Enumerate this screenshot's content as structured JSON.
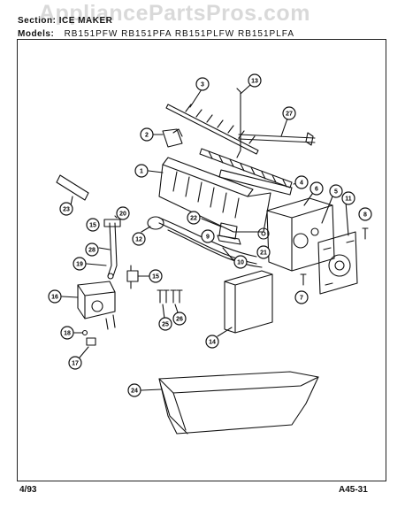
{
  "header": {
    "section_label": "Section: ICE MAKER",
    "models_label": "Models:",
    "models_list": "RB151PFW   RB151PFA   RB151PLFW   RB151PLFA"
  },
  "watermark": "AppliancePartsPros.com",
  "footer": {
    "date": "4/93",
    "page_code": "A45-31"
  },
  "callouts": [
    "1",
    "2",
    "3",
    "4",
    "5",
    "6",
    "7",
    "8",
    "9",
    "10",
    "11",
    "12",
    "13",
    "14",
    "15",
    "16",
    "17",
    "18",
    "19",
    "20",
    "21",
    "22",
    "23",
    "24",
    "25",
    "26",
    "27",
    "28"
  ]
}
